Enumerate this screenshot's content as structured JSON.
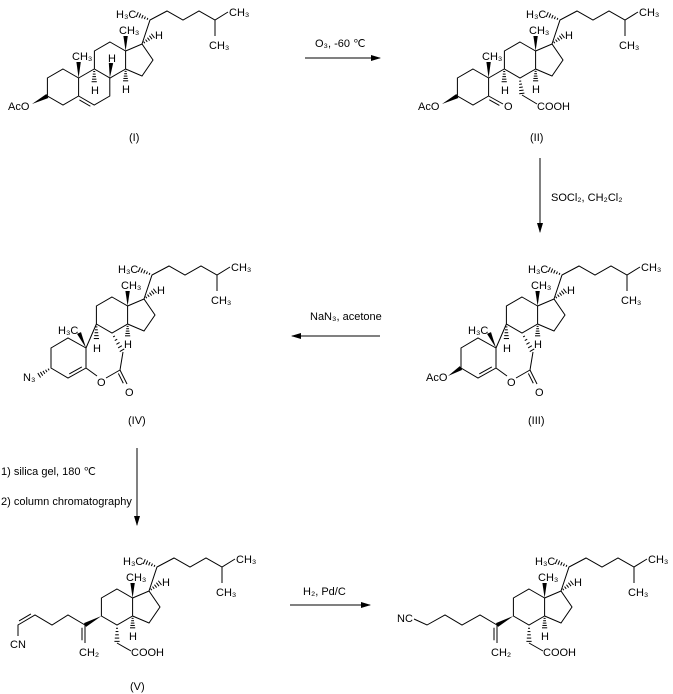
{
  "reagents": {
    "step1": "O₃, -60 ℃",
    "step2": "SOCl₂, CH₂Cl₂",
    "step3": "NaN₃, acetone",
    "step4_line1": "1) silica gel, 180 ℃",
    "step4_line2": "2) column chromatography",
    "step5": "H₂, Pd/C"
  },
  "compound_labels": {
    "I": "(I)",
    "II": "(II)",
    "III": "(III)",
    "IV": "(IV)",
    "V": "(V)"
  },
  "atoms": {
    "H3C": "H₃C",
    "CH3": "CH₃",
    "H": "H",
    "AcO": "AcO",
    "O": "O",
    "COOH": "COOH",
    "N3": "N₃",
    "CH2": "CH₂",
    "CN": "CN",
    "NC": "NC"
  },
  "colors": {
    "ink": "#000000",
    "background": "#ffffff"
  }
}
